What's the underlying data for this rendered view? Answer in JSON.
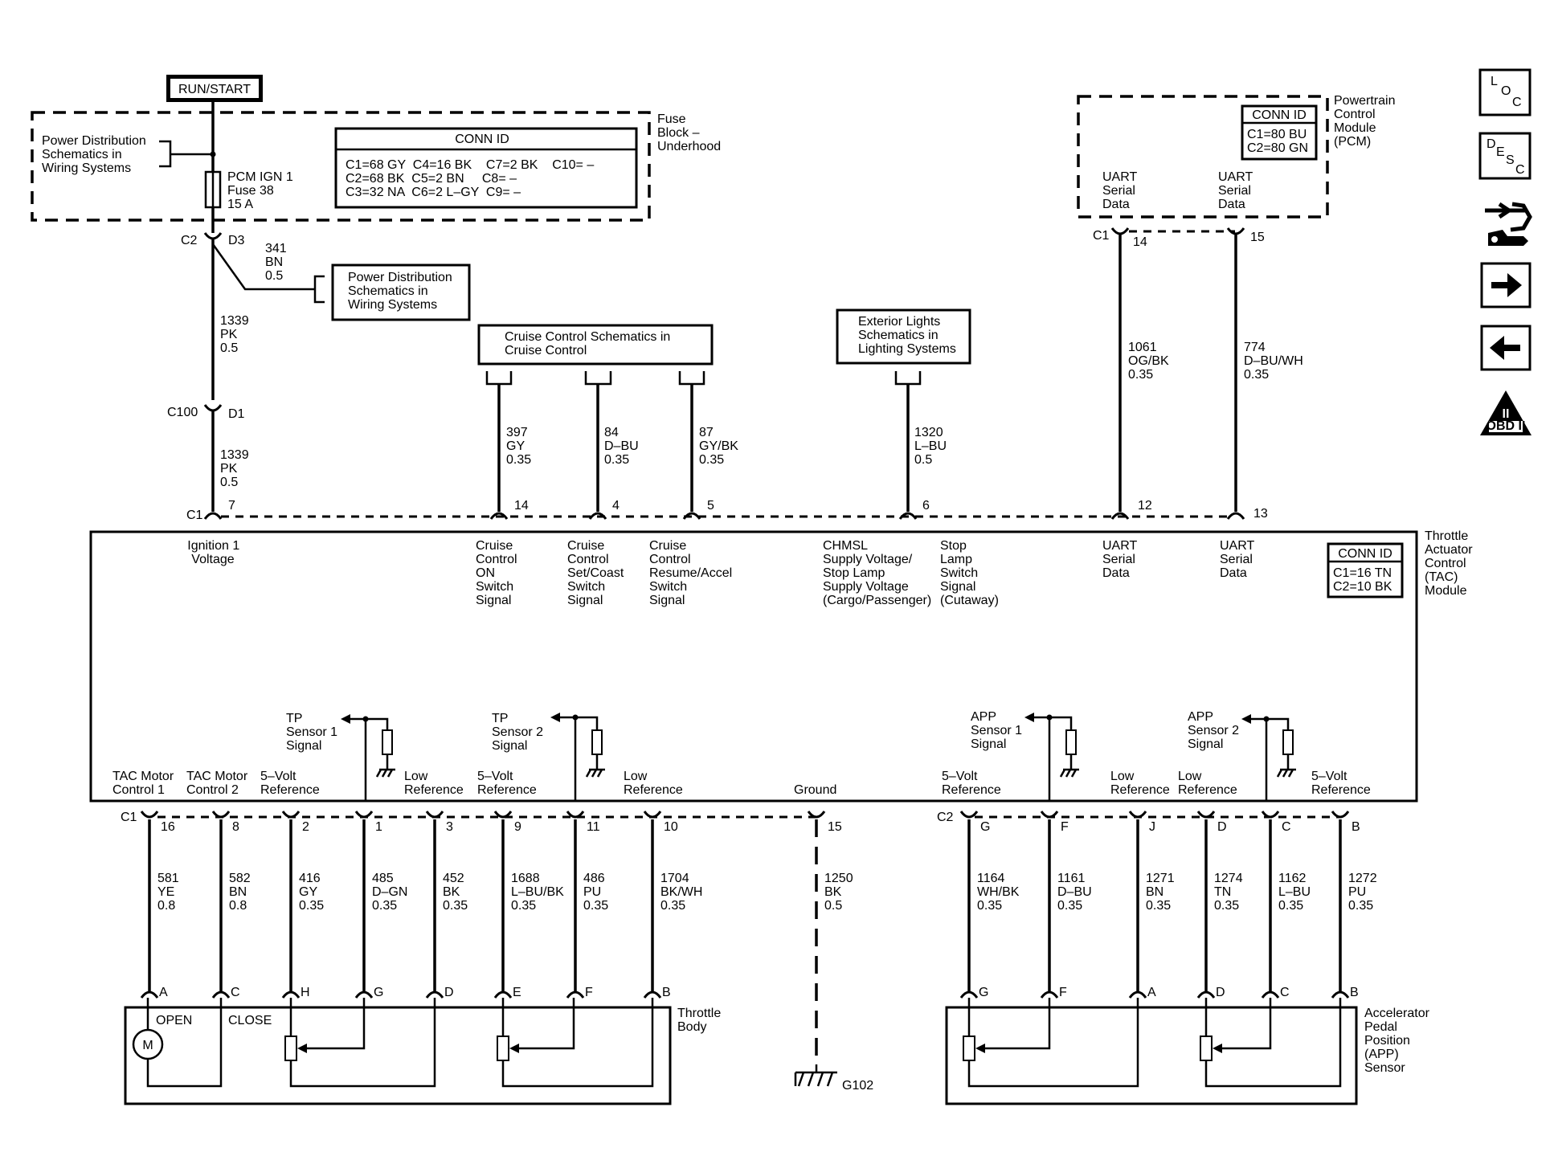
{
  "run_start": "RUN/START",
  "fuse_block": {
    "label": [
      "Fuse",
      "Block –",
      "Underhood"
    ],
    "pd_ref": [
      "Power Distribution",
      "Schematics in",
      "Wiring Systems"
    ],
    "fuse_label": [
      "PCM IGN 1",
      "Fuse 38",
      "15 A"
    ],
    "conn_id_title": "CONN ID",
    "conn_id_rows": [
      "C1=68 GY  C4=16 BK    C7=2 BK    C10= –",
      "C2=68 BK  C5=2 BN     C8= –",
      "C3=32 NA  C6=2 L–GY  C9= –"
    ]
  },
  "c2_label": "C2",
  "d3_label": "D3",
  "splice_wire": [
    "341",
    "BN",
    "0.5"
  ],
  "pd_ref2": [
    "Power Distribution",
    "Schematics in",
    "Wiring Systems"
  ],
  "wire_1339_upper": [
    "1339",
    "PK",
    "0.5"
  ],
  "c100_label": "C100",
  "d1_label": "D1",
  "wire_1339_lower": [
    "1339",
    "PK",
    "0.5"
  ],
  "cruise_ref": [
    "Cruise Control Schematics in",
    "Cruise Control"
  ],
  "ext_lights_ref": [
    "Exterior Lights",
    "Schematics in",
    "Lighting Systems"
  ],
  "pcm": {
    "label": [
      "Powertrain",
      "Control",
      "Module",
      "(PCM)"
    ],
    "conn_id_title": "CONN ID",
    "conn_id_rows": [
      "C1=80 BU",
      "C2=80 GN"
    ],
    "uart1": [
      "UART",
      "Serial",
      "Data"
    ],
    "uart2": [
      "UART",
      "Serial",
      "Data"
    ],
    "c1_label": "C1",
    "pin14": "14",
    "pin15": "15"
  },
  "top_wires": [
    {
      "pin": "14",
      "wire": [
        "397",
        "GY",
        "0.35"
      ]
    },
    {
      "pin": "4",
      "wire": [
        "84",
        "D–BU",
        "0.35"
      ]
    },
    {
      "pin": "5",
      "wire": [
        "87",
        "GY/BK",
        "0.35"
      ]
    },
    {
      "pin": "6",
      "wire": [
        "1320",
        "L–BU",
        "0.5"
      ]
    },
    {
      "pin": "12",
      "wire": [
        "1061",
        "OG/BK",
        "0.35"
      ]
    },
    {
      "pin": "13",
      "wire": [
        "774",
        "D–BU/WH",
        "0.35"
      ]
    }
  ],
  "tac": {
    "c1_label": "C1",
    "pin7": "7",
    "label": [
      "Throttle",
      "Actuator",
      "Control",
      "(TAC)",
      "Module"
    ],
    "conn_id_title": "CONN ID",
    "conn_id_rows": [
      "C1=16 TN",
      "C2=10 BK"
    ],
    "signals_top": [
      [
        "Ignition 1",
        "Voltage"
      ],
      [
        "Cruise",
        "Control",
        "ON",
        "Switch",
        "Signal"
      ],
      [
        "Cruise",
        "Control",
        "Set/Coast",
        "Switch",
        "Signal"
      ],
      [
        "Cruise",
        "Control",
        "Resume/Accel",
        "Switch",
        "Signal"
      ],
      [
        "CHMSL",
        "Supply Voltage/",
        "Stop Lamp",
        "Supply Voltage",
        "(Cargo/Passenger)"
      ],
      [
        "Stop",
        "Lamp",
        "Switch",
        "Signal",
        "(Cutaway)"
      ],
      [
        "UART",
        "Serial",
        "Data"
      ],
      [
        "UART",
        "Serial",
        "Data"
      ]
    ],
    "sensor_labels": [
      [
        "TP",
        "Sensor 1",
        "Signal"
      ],
      [
        "TP",
        "Sensor 2",
        "Signal"
      ],
      [
        "APP",
        "Sensor 1",
        "Signal"
      ],
      [
        "APP",
        "Sensor 2",
        "Signal"
      ]
    ],
    "signals_bottom": [
      [
        "TAC Motor",
        "Control 1"
      ],
      [
        "TAC Motor",
        "Control 2"
      ],
      [
        "5–Volt",
        "Reference"
      ],
      [
        "Low",
        "Reference"
      ],
      [
        "5–Volt",
        "Reference"
      ],
      [
        "Low",
        "Reference"
      ],
      [
        "Ground"
      ],
      [
        "5–Volt",
        "Reference"
      ],
      [
        "Low",
        "Reference"
      ],
      [
        "Low",
        "Reference"
      ],
      [
        "5–Volt",
        "Reference"
      ]
    ]
  },
  "bottom_c1": "C1",
  "bottom_c2": "C2",
  "bottom_wires": [
    {
      "pin": "16",
      "wire": [
        "581",
        "YE",
        "0.8"
      ],
      "end": "A"
    },
    {
      "pin": "8",
      "wire": [
        "582",
        "BN",
        "0.8"
      ],
      "end": "C"
    },
    {
      "pin": "2",
      "wire": [
        "416",
        "GY",
        "0.35"
      ],
      "end": "H"
    },
    {
      "pin": "1",
      "wire": [
        "485",
        "D–GN",
        "0.35"
      ],
      "end": "G"
    },
    {
      "pin": "3",
      "wire": [
        "452",
        "BK",
        "0.35"
      ],
      "end": "D"
    },
    {
      "pin": "9",
      "wire": [
        "1688",
        "L–BU/BK",
        "0.35"
      ],
      "end": "E"
    },
    {
      "pin": "11",
      "wire": [
        "486",
        "PU",
        "0.35"
      ],
      "end": "F"
    },
    {
      "pin": "10",
      "wire": [
        "1704",
        "BK/WH",
        "0.35"
      ],
      "end": "B"
    },
    {
      "pin": "15",
      "wire": [
        "1250",
        "BK",
        "0.5"
      ],
      "end": ""
    },
    {
      "pin": "G",
      "wire": [
        "1164",
        "WH/BK",
        "0.35"
      ],
      "end": "G"
    },
    {
      "pin": "F",
      "wire": [
        "1161",
        "D–BU",
        "0.35"
      ],
      "end": "F"
    },
    {
      "pin": "J",
      "wire": [
        "1271",
        "BN",
        "0.35"
      ],
      "end": "A"
    },
    {
      "pin": "D",
      "wire": [
        "1274",
        "TN",
        "0.35"
      ],
      "end": "D"
    },
    {
      "pin": "C",
      "wire": [
        "1162",
        "L–BU",
        "0.35"
      ],
      "end": "C"
    },
    {
      "pin": "B",
      "wire": [
        "1272",
        "PU",
        "0.35"
      ],
      "end": "B"
    }
  ],
  "throttle_body": {
    "label": [
      "Throttle",
      "Body"
    ],
    "open": "OPEN",
    "close": "CLOSE",
    "motor": "M"
  },
  "app_sensor": {
    "label": [
      "Accelerator",
      "Pedal",
      "Position",
      "(APP)",
      "Sensor"
    ]
  },
  "ground_label": "G102",
  "side_icons": [
    {
      "icon": "loc-icon",
      "letters": [
        "L",
        "O",
        "C"
      ]
    },
    {
      "icon": "desc-icon",
      "letters": [
        "D",
        "E",
        "S",
        "C"
      ]
    },
    {
      "icon": "connector-icon"
    },
    {
      "icon": "next-arrow-icon"
    },
    {
      "icon": "prev-arrow-icon"
    },
    {
      "icon": "obd-ii-icon",
      "text": [
        "II",
        "OBD II"
      ]
    }
  ]
}
